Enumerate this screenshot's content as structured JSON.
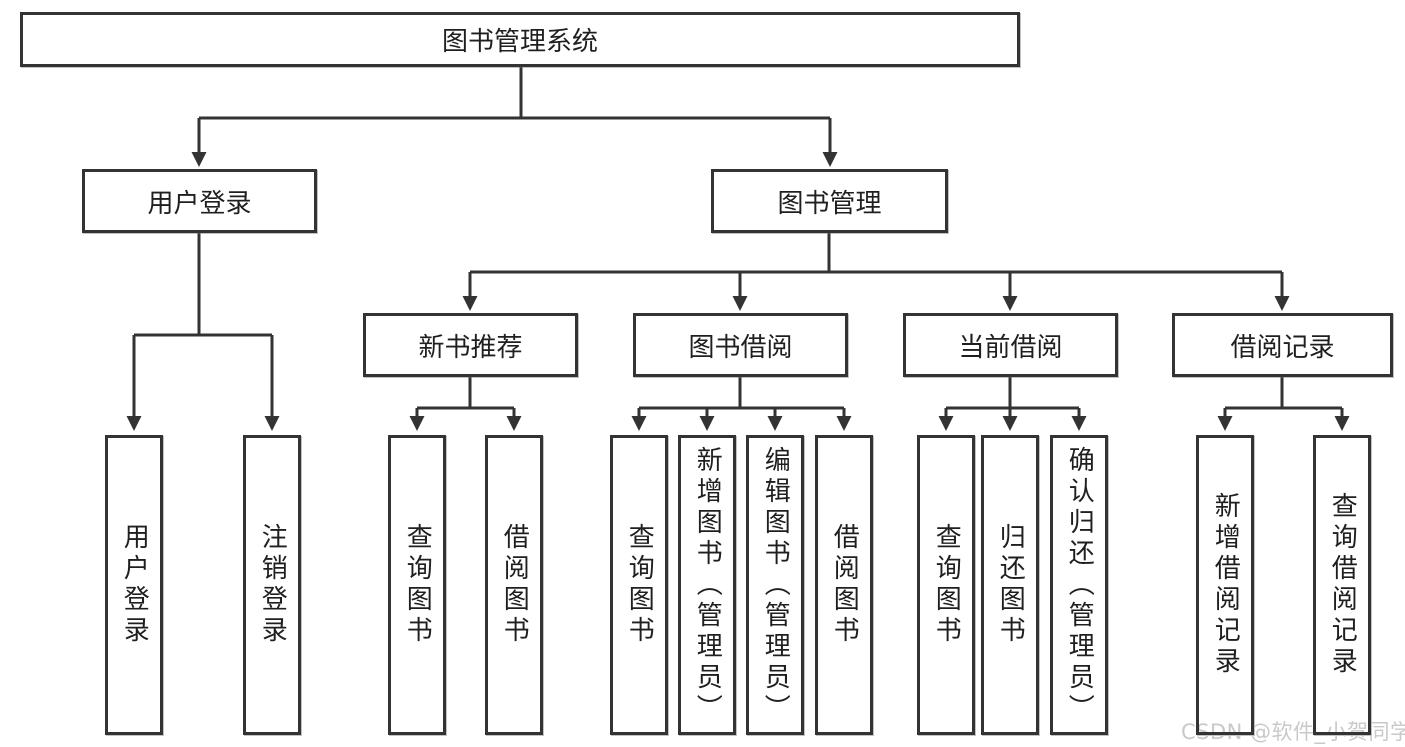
{
  "colors": {
    "line": "#333333",
    "box_border": "#333333",
    "box_fill": "#ffffff",
    "text": "#1f1f1f",
    "watermark": "#c9c9c9",
    "background": "#ffffff"
  },
  "tree": {
    "root": "图书管理系统",
    "branches": [
      {
        "label": "用户登录",
        "children": [
          "用户登录",
          "注销登录"
        ]
      },
      {
        "label": "图书管理",
        "groups": [
          {
            "label": "新书推荐",
            "children": [
              "查询图书",
              "借阅图书"
            ]
          },
          {
            "label": "图书借阅",
            "children": [
              "查询图书",
              "新增图书（管理员）",
              "编辑图书（管理员）",
              "借阅图书"
            ]
          },
          {
            "label": "当前借阅",
            "children": [
              "查询图书",
              "归还图书",
              "确认归还（管理员）"
            ]
          },
          {
            "label": "借阅记录",
            "children": [
              "新增借阅记录",
              "查询借阅记录"
            ]
          }
        ]
      }
    ]
  },
  "watermark": "CSDN @软件_小贺同学"
}
